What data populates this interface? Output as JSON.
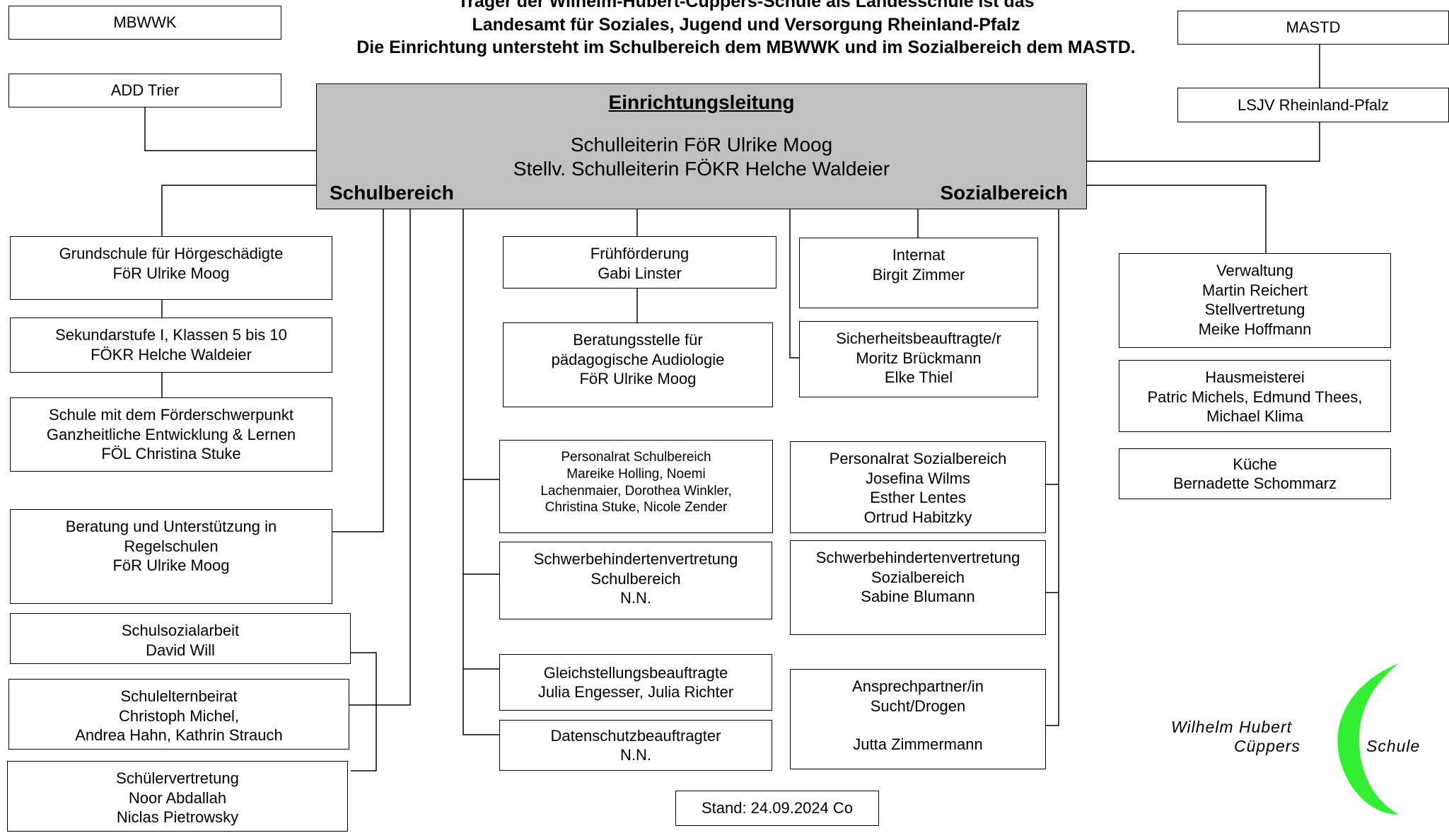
{
  "header": {
    "line1": "Träger der Wilhelm-Hubert-Cüppers-Schule als Landesschule ist das",
    "line2": "Landesamt für Soziales, Jugend und Versorgung Rheinland-Pfalz",
    "line3": "Die Einrichtung untersteht im Schulbereich dem MBWWK und im Sozialbereich dem MASTD."
  },
  "center": {
    "title": "Einrichtungsleitung",
    "line1": "Schulleiterin FöR Ulrike Moog",
    "line2": "Stellv. Schulleiterin FÖKR Helche Waldeier",
    "left_label": "Schulbereich",
    "right_label": "Sozialbereich"
  },
  "boxes": {
    "mbwwk": [
      "MBWWK"
    ],
    "add_trier": [
      "ADD Trier"
    ],
    "mastd": [
      "MASTD"
    ],
    "lsjv": [
      "LSJV Rheinland-Pfalz"
    ],
    "grundschule": [
      "Grundschule für Hörgeschädigte",
      "FöR Ulrike Moog"
    ],
    "sekundarstufe": [
      "Sekundarstufe I, Klassen 5 bis 10",
      "FÖKR Helche Waldeier"
    ],
    "foerderschule": [
      "Schule mit dem Förderschwerpunkt",
      "Ganzheitliche Entwicklung & Lernen",
      "FÖL Christina Stuke"
    ],
    "beratung_regel": [
      "Beratung und Unterstützung in",
      "Regelschulen",
      "FöR Ulrike Moog"
    ],
    "schulsozialarbeit": [
      "Schulsozialarbeit",
      "David Will"
    ],
    "schulelternbeirat": [
      "Schulelternbeirat",
      "Christoph Michel,",
      "Andrea Hahn, Kathrin Strauch"
    ],
    "schuelervertretung": [
      "Schülervertretung",
      "Noor Abdallah",
      "Niclas Pietrowsky"
    ],
    "fruehfoerderung": [
      "Frühförderung",
      "Gabi Linster"
    ],
    "beratungsstelle": [
      "Beratungsstelle für",
      "pädagogische Audiologie",
      "FöR Ulrike Moog"
    ],
    "personalrat_schule": [
      "Personalrat  Schulbereich",
      "Mareike Holling, Noemi",
      "Lachenmaier, Dorothea Winkler,",
      "Christina Stuke, Nicole Zender"
    ],
    "sbv_schule": [
      "Schwerbehindertenvertretung",
      "Schulbereich",
      "N.N."
    ],
    "gleichstellung": [
      "Gleichstellungsbeauftragte",
      "Julia Engesser, Julia Richter"
    ],
    "datenschutz": [
      "Datenschutzbeauftragter",
      "N.N."
    ],
    "internat": [
      "Internat",
      "Birgit Zimmer"
    ],
    "sicherheit": [
      "Sicherheitsbeauftragte/r",
      "Moritz Brückmann",
      "Elke Thiel"
    ],
    "personalrat_sozial": [
      "Personalrat Sozialbereich",
      "Josefina Wilms",
      "Esther Lentes",
      "Ortrud Habitzky"
    ],
    "sbv_sozial": [
      "Schwerbehindertenvertretung",
      "Sozialbereich",
      "Sabine Blumann"
    ],
    "ansprechpartner": [
      "Ansprechpartner/in",
      "Sucht/Drogen",
      "",
      "Jutta Zimmermann"
    ],
    "verwaltung": [
      "Verwaltung",
      "Martin Reichert",
      "Stellvertretung",
      "Meike Hoffmann"
    ],
    "hausmeisterei": [
      "Hausmeisterei",
      "Patric Michels, Edmund Thees,",
      "Michael Klima"
    ],
    "kueche": [
      "Küche",
      "Bernadette Schommarz"
    ],
    "stand": [
      "Stand: 24.09.2024 Co"
    ]
  },
  "logo": {
    "line1": "Wilhelm Hubert",
    "line2": "Cüppers",
    "line3": "Schule",
    "color": "#33ee33"
  }
}
